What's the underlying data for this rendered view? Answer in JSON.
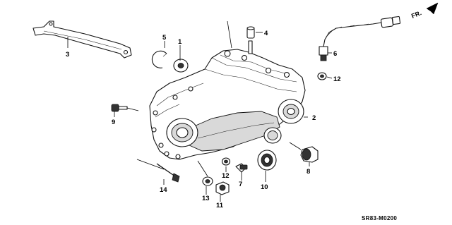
{
  "callouts": {
    "c1": "1",
    "c2": "2",
    "c3": "3",
    "c4": "4",
    "c5": "5",
    "c6": "6",
    "c7": "7",
    "c8": "8",
    "c9": "9",
    "c10": "10",
    "c11": "11",
    "c12a": "12",
    "c12b": "12",
    "c13": "13",
    "c14": "14"
  },
  "direction_label": "FR.",
  "diagram_code": "SR83-M0200"
}
